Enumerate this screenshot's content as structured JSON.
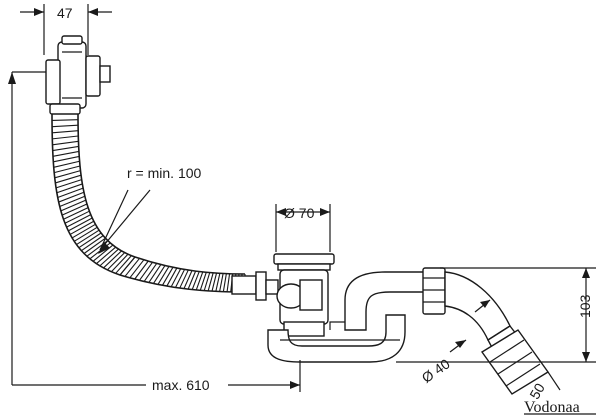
{
  "dimensions": {
    "overflow_width": "47",
    "bend_radius": "r = min. 100",
    "waste_diameter": "Ø 70",
    "height": "103",
    "outlet_diameter": "Ø 40",
    "outlet_length": "50",
    "max_length": "max. 610"
  },
  "watermark": {
    "text": "Vodonaa"
  }
}
